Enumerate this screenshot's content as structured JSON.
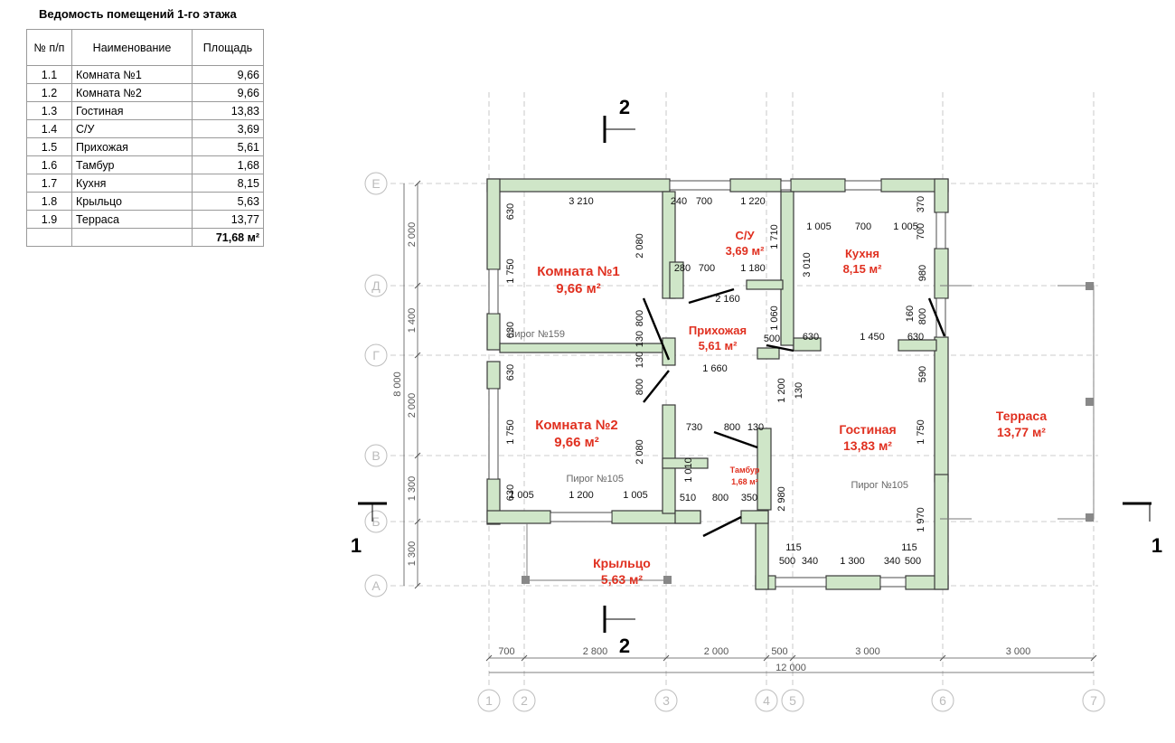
{
  "schedule": {
    "title": "Ведомость помещений 1-го этажа",
    "headers": [
      "№ п/п",
      "Наименование",
      "Площадь"
    ],
    "rows": [
      {
        "num": "1.1",
        "name": "Комната №1",
        "area": "9,66"
      },
      {
        "num": "1.2",
        "name": "Комната №2",
        "area": "9,66"
      },
      {
        "num": "1.3",
        "name": "Гостиная",
        "area": "13,83"
      },
      {
        "num": "1.4",
        "name": "С/У",
        "area": "3,69"
      },
      {
        "num": "1.5",
        "name": "Прихожая",
        "area": "5,61"
      },
      {
        "num": "1.6",
        "name": "Тамбур",
        "area": "1,68"
      },
      {
        "num": "1.7",
        "name": "Кухня",
        "area": "8,15"
      },
      {
        "num": "1.8",
        "name": "Крыльцо",
        "area": "5,63"
      },
      {
        "num": "1.9",
        "name": "Терраса",
        "area": "13,77"
      }
    ],
    "total": "71,68 м²"
  },
  "plan": {
    "colors": {
      "wall_fill": "#cfe6c8",
      "wall_stroke": "#3a3a3a",
      "room_label": "#e03020",
      "axis": "#bdbdbd",
      "dim": "#555555"
    },
    "axis_rows": [
      "Е",
      "Д",
      "Г",
      "В",
      "Б",
      "А"
    ],
    "axis_cols": [
      "1",
      "2",
      "3",
      "4",
      "5",
      "6",
      "7"
    ],
    "rooms": [
      {
        "name": "Комната №1",
        "area": "9,66 м²"
      },
      {
        "name": "С/У",
        "area": "3,69 м²"
      },
      {
        "name": "Кухня",
        "area": "8,15 м²"
      },
      {
        "name": "Прихожая",
        "area": "5,61 м²"
      },
      {
        "name": "Комната №2",
        "area": "9,66 м²"
      },
      {
        "name": "Гостиная",
        "area": "13,83 м²"
      },
      {
        "name": "Терраса",
        "area": "13,77 м²"
      },
      {
        "name": "Тамбур",
        "area": "1,68 м²"
      },
      {
        "name": "Крыльцо",
        "area": "5,63 м²"
      }
    ],
    "notes": [
      "Пирог №159",
      "Пирог №105",
      "Пирог №105"
    ],
    "section_marks": [
      "2",
      "2",
      "1",
      "1"
    ],
    "dims_bottom": [
      "700",
      "2 800",
      "2 000",
      "500",
      "3 000",
      "3 000"
    ],
    "dim_total": "12 000",
    "dims_left": [
      "2 000",
      "1 400",
      "2 000",
      "1 300",
      "1 300"
    ],
    "dim_left_total": "8 000",
    "dims_inner": [
      "3 210",
      "240",
      "700",
      "1 220",
      "370",
      "1 005",
      "700",
      "1 005",
      "700",
      "630",
      "1 750",
      "630",
      "2 080",
      "1 710",
      "280",
      "700",
      "1 180",
      "2 160",
      "3 010",
      "980",
      "160",
      "800",
      "800",
      "130",
      "130",
      "1 060",
      "500",
      "630",
      "1 450",
      "630",
      "1 660",
      "630",
      "590",
      "800",
      "1 200",
      "130",
      "1 750",
      "1 750",
      "730",
      "800",
      "130",
      "630",
      "2 080",
      "1 010",
      "1 005",
      "1 200",
      "1 005",
      "510",
      "800",
      "350",
      "2 980",
      "1 970",
      "115",
      "115",
      "500",
      "340",
      "1 300",
      "340",
      "500"
    ]
  }
}
